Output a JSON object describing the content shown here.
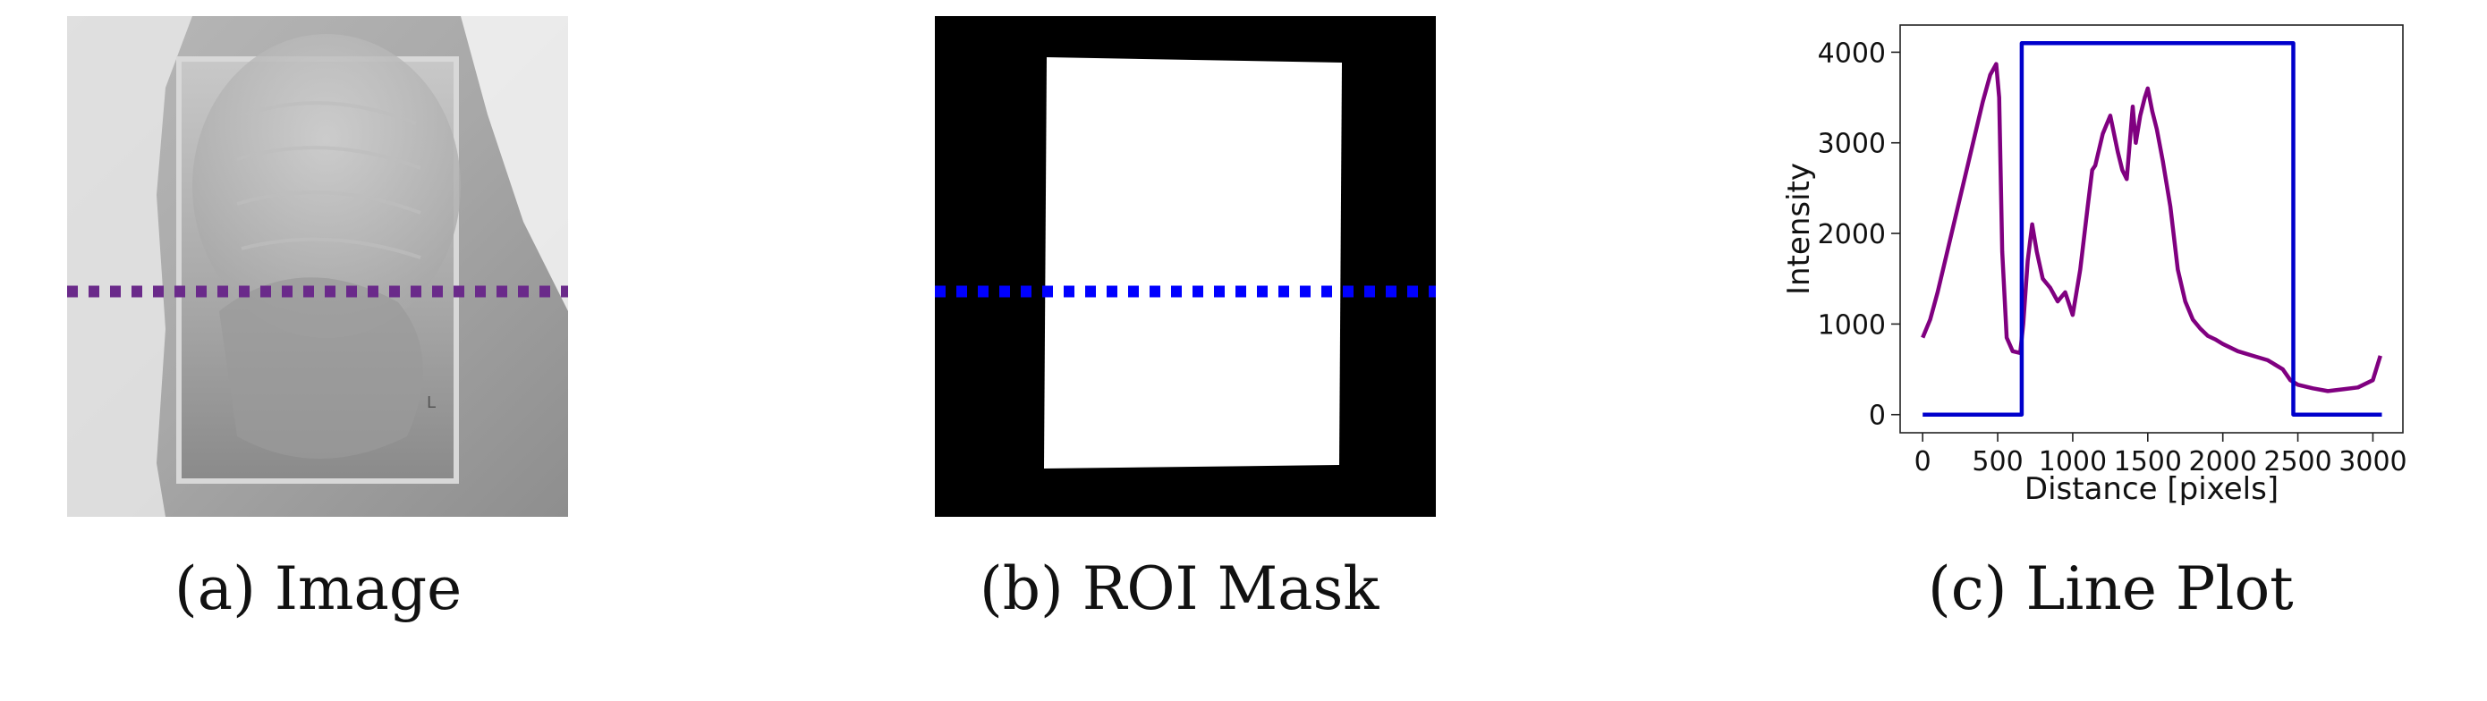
{
  "captions": {
    "a": "(a) Image",
    "b": "(b) ROI Mask",
    "c": "(c) Line Plot"
  },
  "colors": {
    "profile_line": "#6a2a8a",
    "mask_line": "#0000ff",
    "intensity_series": "#800080",
    "mask_series": "#0000cc"
  },
  "chart_data": {
    "type": "line",
    "xlabel": "Distance [pixels]",
    "ylabel": "Intensity",
    "xlim": [
      -150,
      3200
    ],
    "ylim": [
      -200,
      4300
    ],
    "x_ticks": [
      0,
      500,
      1000,
      1500,
      2000,
      2500,
      3000
    ],
    "y_ticks": [
      0,
      1000,
      2000,
      3000,
      4000
    ],
    "grid": false,
    "legend": "none",
    "series": [
      {
        "color": "#800080",
        "x": [
          0,
          50,
          100,
          150,
          200,
          250,
          300,
          350,
          400,
          450,
          490,
          510,
          530,
          560,
          600,
          650,
          670,
          700,
          730,
          760,
          800,
          850,
          900,
          950,
          1000,
          1050,
          1100,
          1130,
          1150,
          1200,
          1250,
          1300,
          1330,
          1360,
          1400,
          1420,
          1450,
          1480,
          1500,
          1530,
          1560,
          1600,
          1650,
          1700,
          1750,
          1800,
          1850,
          1900,
          1950,
          2000,
          2100,
          2200,
          2300,
          2400,
          2450,
          2500,
          2600,
          2700,
          2800,
          2900,
          3000,
          3050
        ],
        "y": [
          850,
          1050,
          1350,
          1700,
          2050,
          2400,
          2750,
          3100,
          3450,
          3750,
          3870,
          3500,
          1800,
          850,
          700,
          680,
          1000,
          1700,
          2100,
          1800,
          1500,
          1400,
          1250,
          1350,
          1100,
          1600,
          2300,
          2700,
          2750,
          3100,
          3300,
          2900,
          2700,
          2600,
          3400,
          3000,
          3300,
          3500,
          3600,
          3350,
          3150,
          2800,
          2300,
          1600,
          1250,
          1050,
          950,
          870,
          830,
          780,
          700,
          650,
          600,
          500,
          380,
          330,
          290,
          260,
          280,
          300,
          380,
          650
        ]
      },
      {
        "color": "#0000cc",
        "x": [
          0,
          660,
          660,
          2470,
          2470,
          3060
        ],
        "y": [
          0,
          0,
          4100,
          4100,
          0,
          0
        ]
      }
    ]
  }
}
